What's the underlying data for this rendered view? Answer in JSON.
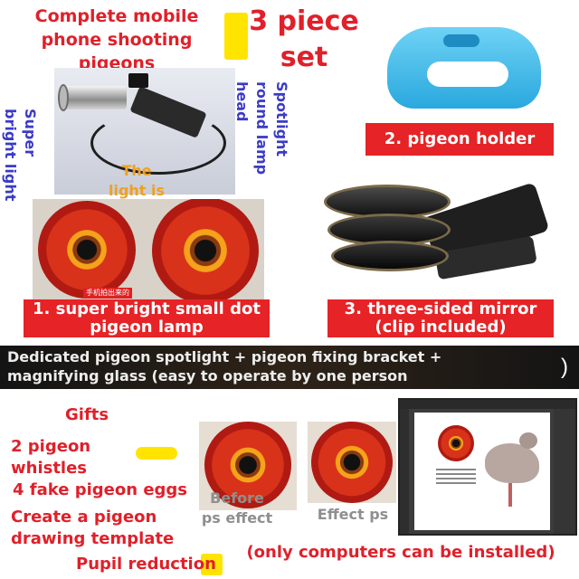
{
  "header": {
    "title": "Complete mobile phone shooting pigeons",
    "set_label": "3 piece set"
  },
  "spotlight": {
    "label_right": "Spotlight round lamp head",
    "label_left": "Super bright light",
    "note": "The light is small"
  },
  "eye_photo_caption": "手机拍出来的",
  "products": [
    {
      "label": "1. super bright small dot pigeon lamp"
    },
    {
      "label": "2. pigeon holder"
    },
    {
      "label": "3. three-sided mirror (clip included)"
    }
  ],
  "banner": {
    "text": "Dedicated pigeon spotlight + pigeon fixing bracket + magnifying glass (easy to operate by one person",
    "trailing": ")"
  },
  "gifts": {
    "heading": "Gifts",
    "items": [
      "2 pigeon whistles",
      "4 fake pigeon eggs",
      "Create a pigeon drawing template",
      "Pupil reduction"
    ]
  },
  "ps": {
    "before": "Before ps effect",
    "after": "Effect ps",
    "note": "(only computers can be installed)"
  },
  "colors": {
    "red": "#e62326",
    "yellow": "#ffe400",
    "blue_text": "#3b3bc8",
    "holder_blue": "#3fb9e8"
  }
}
